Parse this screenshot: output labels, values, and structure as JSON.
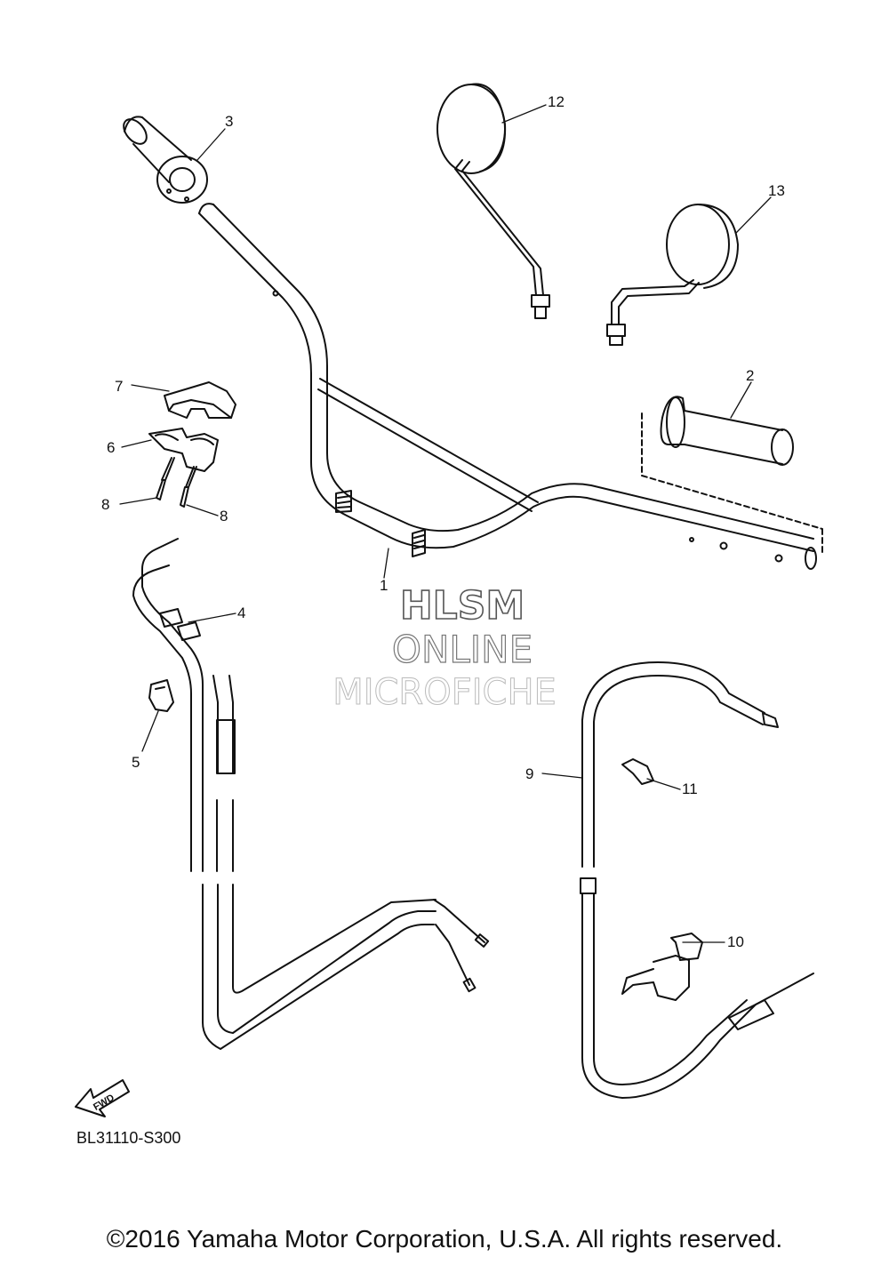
{
  "diagram": {
    "callouts": [
      {
        "id": "1",
        "label": "1"
      },
      {
        "id": "2",
        "label": "2"
      },
      {
        "id": "3",
        "label": "3"
      },
      {
        "id": "4",
        "label": "4"
      },
      {
        "id": "5",
        "label": "5"
      },
      {
        "id": "6",
        "label": "6"
      },
      {
        "id": "7",
        "label": "7"
      },
      {
        "id": "8a",
        "label": "8"
      },
      {
        "id": "8b",
        "label": "8"
      },
      {
        "id": "9",
        "label": "9"
      },
      {
        "id": "10",
        "label": "10"
      },
      {
        "id": "11",
        "label": "11"
      },
      {
        "id": "12",
        "label": "12"
      },
      {
        "id": "13",
        "label": "13"
      }
    ],
    "fwd_label": "FWD",
    "diagram_code": "BL31110-S300"
  },
  "watermark": {
    "line1": "HLSM",
    "line2": "ONLINE",
    "line3": "MICROFICHE"
  },
  "footer": {
    "copyright": "©2016 Yamaha Motor Corporation, U.S.A. All rights reserved."
  }
}
